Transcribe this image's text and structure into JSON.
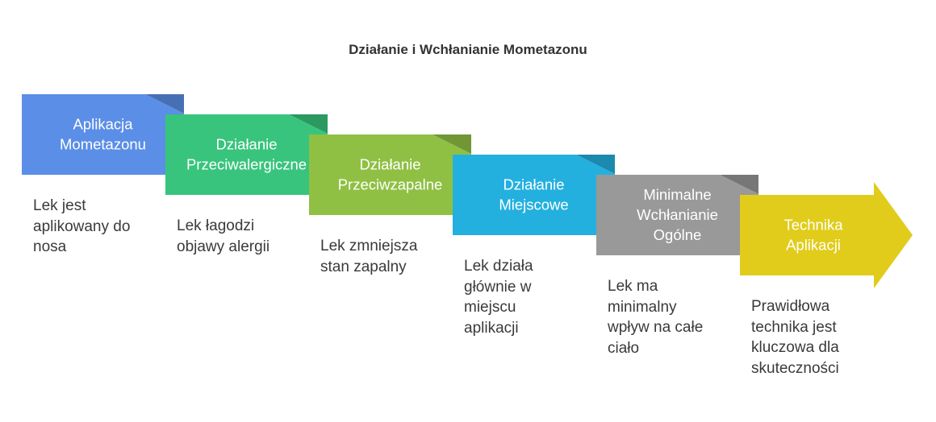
{
  "title": "Działanie i Wchłanianie Mometazonu",
  "colors": {
    "step1": "#5b8ee6",
    "step2": "#38c47c",
    "step3": "#8fc044",
    "step4": "#24b0df",
    "step5": "#999999",
    "step6": "#e1cc1b",
    "label_text": "#ffffff",
    "desc_text": "#3a3a3a"
  },
  "steps": [
    {
      "title_lines": [
        "Aplikacja",
        "Mometazonu"
      ],
      "desc_lines": [
        "Lek jest",
        "aplikowany do",
        "nosa"
      ]
    },
    {
      "title_lines": [
        "Działanie",
        "Przeciwalergiczne"
      ],
      "desc_lines": [
        "Lek łagodzi",
        "objawy alergii"
      ]
    },
    {
      "title_lines": [
        "Działanie",
        "Przeciwzapalne"
      ],
      "desc_lines": [
        "Lek zmniejsza",
        "stan zapalny"
      ]
    },
    {
      "title_lines": [
        "Działanie",
        "Miejscowe"
      ],
      "desc_lines": [
        "Lek działa",
        "głównie w",
        "miejscu",
        "aplikacji"
      ]
    },
    {
      "title_lines": [
        "Minimalne",
        "Wchłanianie",
        "Ogólne"
      ],
      "desc_lines": [
        "Lek ma",
        "minimalny",
        "wpływ na całe",
        "ciało"
      ]
    },
    {
      "title_lines": [
        "Technika",
        "Aplikacji"
      ],
      "desc_lines": [
        "Prawidłowa",
        "technika jest",
        "kluczowa dla",
        "skuteczności"
      ]
    }
  ]
}
